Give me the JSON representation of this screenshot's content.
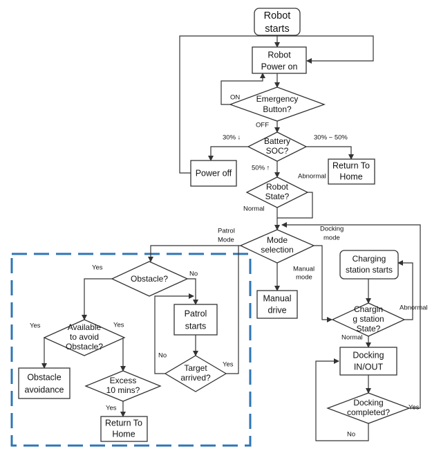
{
  "nodes": {
    "robot_starts": [
      "Robot",
      "starts"
    ],
    "power_on": [
      "Robot",
      "Power on"
    ],
    "emergency": [
      "Emergency",
      "Button?"
    ],
    "battery": [
      "Battery",
      "SOC?"
    ],
    "power_off": [
      "Power off"
    ],
    "return_home_top": [
      "Return To",
      "Home"
    ],
    "robot_state": [
      "Robot",
      "State?"
    ],
    "mode_selection": [
      "Mode",
      "selection"
    ],
    "obstacle": [
      "Obstacle?"
    ],
    "avoid": [
      "Available",
      "to avoid",
      "Obstacle?"
    ],
    "patrol_starts": [
      "Patrol",
      "starts"
    ],
    "target_arrived": [
      "Target",
      "arrived?"
    ],
    "obstacle_avoidance": [
      "Obstacle",
      "avoidance"
    ],
    "excess": [
      "Excess",
      "10 mins?"
    ],
    "return_home_bottom": [
      "Return To",
      "Home"
    ],
    "manual_drive": [
      "Manual",
      "drive"
    ],
    "charging_station_starts": [
      "Charging",
      "station starts"
    ],
    "charging_station_state": [
      "Chargin",
      "g station",
      "State?"
    ],
    "docking_inout": [
      "Docking",
      "IN/OUT"
    ],
    "docking_completed": [
      "Docking",
      "completed?"
    ]
  },
  "edges": {
    "on": "ON",
    "off": "OFF",
    "batt_low": "30% ↓",
    "batt_mid": "30% ~ 50%",
    "batt_high": "50% ↑",
    "abnormal_robot": "Abnormal",
    "normal_robot": "Normal",
    "patrol_mode": [
      "Patrol",
      "Mode"
    ],
    "docking_mode": [
      "Docking",
      "mode"
    ],
    "manual_mode": [
      "Manual",
      "mode"
    ],
    "obstacle_yes": "Yes",
    "obstacle_no": "No",
    "avoid_yes_left": "Yes",
    "avoid_yes_right": "Yes",
    "target_no": "No",
    "target_yes": "Yes",
    "excess_yes": "Yes",
    "charging_abnormal": "Abnormal",
    "charging_normal": "Normal",
    "docking_yes": "Yes",
    "docking_no": "No"
  },
  "colors": {
    "line": "#333333",
    "dashed_region": "#2E75B6",
    "background": "#ffffff"
  }
}
